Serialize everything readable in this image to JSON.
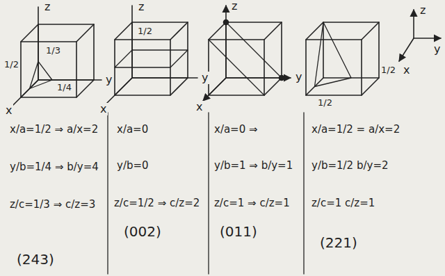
{
  "diagram": {
    "labels": [
      "z",
      "1/3",
      "1/2",
      "1/4",
      "y",
      "x",
      "z",
      "1/2",
      "y",
      "x",
      "z",
      "y",
      "x",
      "1/2",
      "1/2",
      "z",
      "y",
      "x",
      "x/a=1/2 ⇒ a/x=2",
      "y/b=1/4 ⇒ b/y=4",
      "z/c=1/3 ⇒ c/z=3",
      "(243)",
      "x/a=0",
      "y/b=0",
      "z/c=1/2 ⇒ c/z=2",
      "(002)",
      "x/a=0 ⇒",
      "y/b=1 ⇒ b/y=1",
      "z/c=1 ⇒ c/z=1",
      "(011)",
      "x/a=1/2 = a/x=2",
      "y/b=1/2 b/y=2",
      "z/c=1 c/z=1",
      "(221)"
    ]
  }
}
